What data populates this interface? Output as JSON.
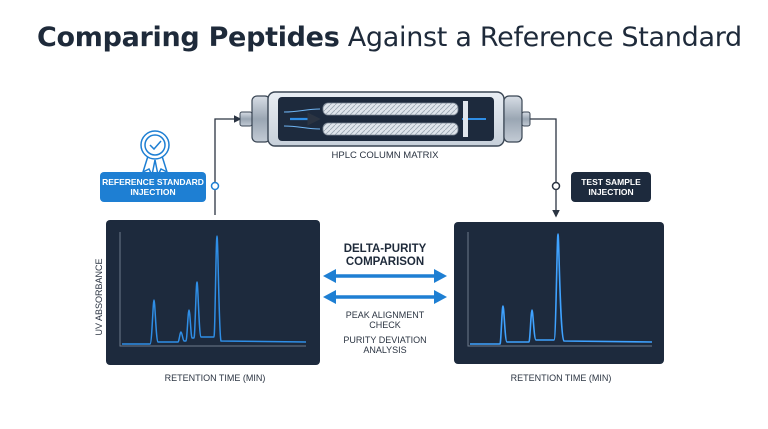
{
  "title": {
    "bold": "Comparing Peptides",
    "regular": " Against a Reference Standard"
  },
  "column": {
    "label": "HPLC COLUMN MATRIX"
  },
  "reference": {
    "label": "REFERENCE STANDARD INJECTION"
  },
  "test": {
    "label": "TEST SAMPLE INJECTION"
  },
  "left_chart": {
    "ylabel": "UV ABSORBANCE",
    "xlabel": "RETENTION TIME (MIN)"
  },
  "right_chart": {
    "xlabel": "RETENTION TIME (MIN)"
  },
  "comparison": {
    "title": "DELTA-PURITY COMPARISON",
    "peak_check": "PEAK ALIGNMENT CHECK",
    "purity_deviation": "PURITY DEVIATION ANALYSIS"
  },
  "icons": {
    "reference_badge": "certified-badge-icon"
  },
  "colors": {
    "accent": "#1e7fd3",
    "dark_panel": "#1d2a3d",
    "trace": "#2f8ee6"
  }
}
